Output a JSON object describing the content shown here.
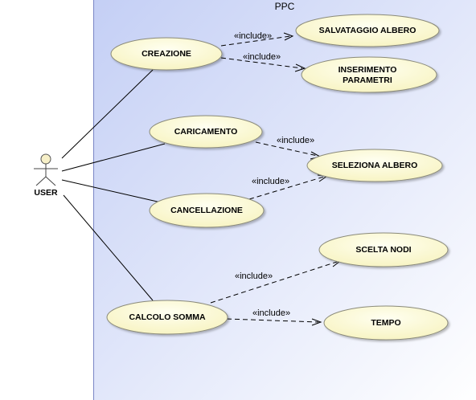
{
  "system": {
    "title": "PPC"
  },
  "actor": {
    "name": "USER"
  },
  "use_cases": {
    "creazione": "CREAZIONE",
    "caricamento": "CARICAMENTO",
    "cancellazione": "CANCELLAZIONE",
    "calcolo_somma": "CALCOLO SOMMA",
    "salvataggio_albero": "SALVATAGGIO ALBERO",
    "inserimento_parametri": [
      "INSERIMENTO",
      "PARAMETRI"
    ],
    "seleziona_albero": "SELEZIONA ALBERO",
    "scelta_nodi": "SCELTA NODI",
    "tempo": "TEMPO"
  },
  "include_label": "«include»",
  "colors": {
    "ellipse_fill": "#fdfbcf",
    "ellipse_stroke": "#8a8a7a",
    "system_border": "#7a86c6",
    "system_bg_start": "#c9d3f6",
    "system_bg_end": "#ffffff"
  }
}
